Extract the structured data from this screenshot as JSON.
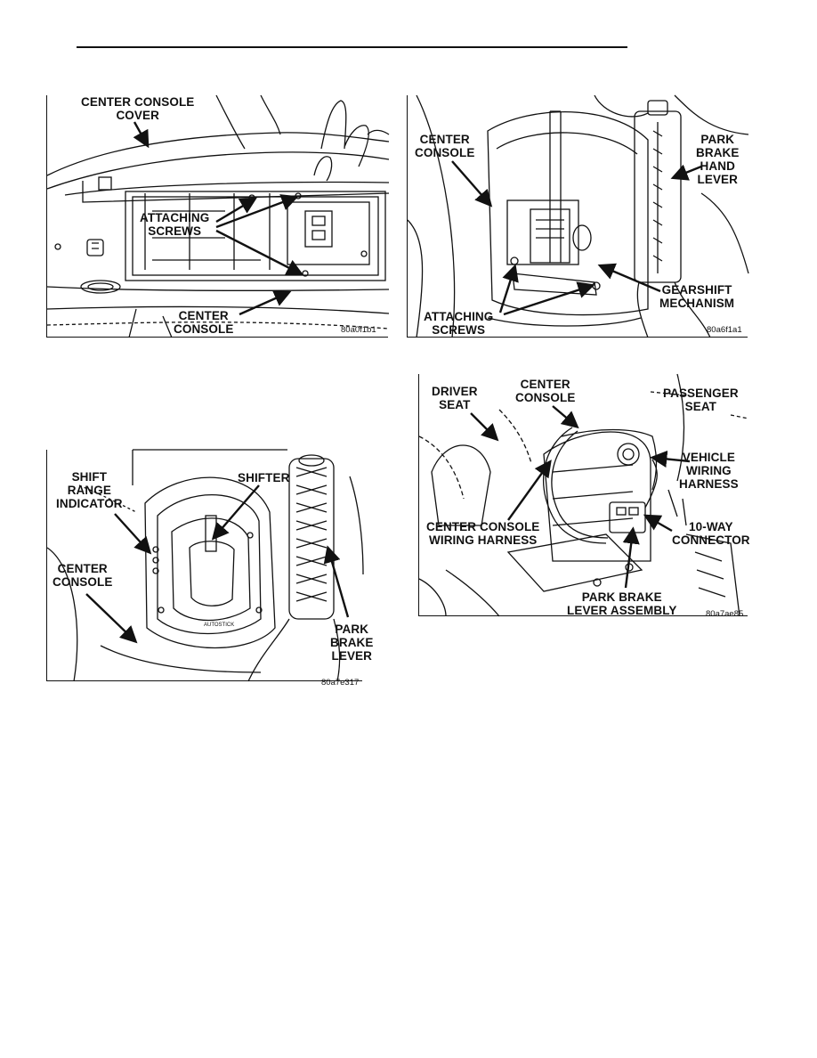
{
  "fig1": {
    "labels": {
      "cover": "CENTER CONSOLE\nCOVER",
      "screws": "ATTACHING\nSCREWS",
      "console": "CENTER\nCONSOLE"
    },
    "code": "80a0f1b1"
  },
  "fig2": {
    "labels": {
      "console": "CENTER\nCONSOLE",
      "park": "PARK\nBRAKE\nHAND\nLEVER",
      "gearshift": "GEARSHIFT\nMECHANISM",
      "screws": "ATTACHING\nSCREWS"
    },
    "code": "80a6f1a1"
  },
  "fig3": {
    "labels": {
      "indicator": "SHIFT\nRANGE\nINDICATOR",
      "shifter": "SHIFTER",
      "console": "CENTER\nCONSOLE",
      "park": "PARK\nBRAKE\nLEVER"
    },
    "code": "80a7e317",
    "badge": "AUTOSTICK"
  },
  "fig4": {
    "labels": {
      "driver": "DRIVER\nSEAT",
      "console": "CENTER\nCONSOLE",
      "passenger": "PASSENGER\nSEAT",
      "vehicle": "VEHICLE\nWIRING\nHARNESS",
      "ccharness": "CENTER CONSOLE\nWIRING HARNESS",
      "connector": "10-WAY\nCONNECTOR",
      "parkassy": "PARK BRAKE\nLEVER ASSEMBLY"
    },
    "code": "80a7ae85"
  }
}
